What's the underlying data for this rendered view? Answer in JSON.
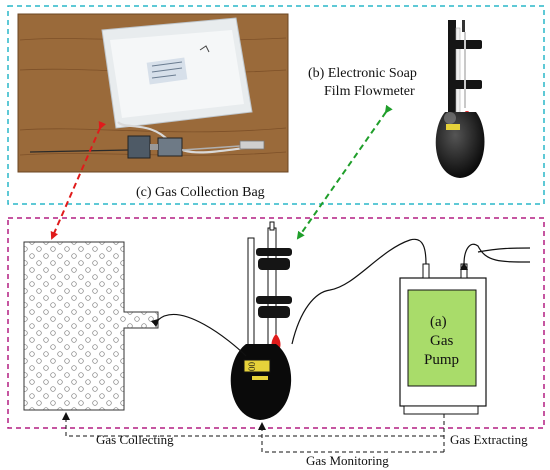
{
  "labels": {
    "flowmeter_line1": "(b) Electronic Soap",
    "flowmeter_line2": "Film Flowmeter",
    "collection_bag": "(c) Gas Collection Bag",
    "pump_line1": "(a)",
    "pump_line2": "Gas",
    "pump_line3": "Pump",
    "gas_collecting": "Gas Collecting",
    "gas_extracting": "Gas Extracting",
    "gas_monitoring": "Gas Monitoring",
    "meter_display": "00"
  },
  "icons": {
    "photo_collection_bag": "gas-collection-bag-photo",
    "photo_flowmeter": "soap-film-flowmeter-photo",
    "bag_schematic": "gas-bag-schematic",
    "flowmeter_schematic": "flowmeter-schematic",
    "pump_schematic": "gas-pump-schematic"
  },
  "colors": {
    "top_frame": "#2ab7c9",
    "bottom_frame": "#b41e82",
    "red_arrow": "#e01b1b",
    "green_arrow": "#1f9e2a",
    "pump_fill": "#a9dc6a",
    "wood": "#9a6a3a",
    "meter_display": "#e6d23a",
    "drop": "#e01b1b"
  }
}
